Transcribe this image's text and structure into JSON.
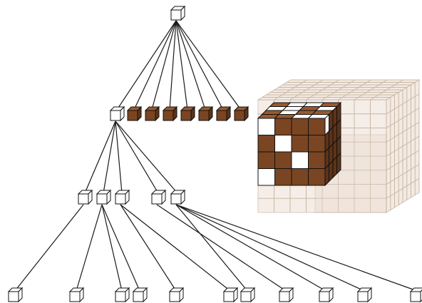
{
  "diagram": {
    "kind": "octree",
    "colors": {
      "empty": "#ffffff",
      "filled": "#7a4522",
      "filled_light": "#9a5a2e",
      "filled_dark": "#5c3319",
      "outline": "#111111",
      "volume_face": "#f2e8df",
      "volume_line": "#c9b7a6"
    },
    "levels": [
      {
        "name": "root",
        "count": 1
      },
      {
        "name": "level-1",
        "count": 8,
        "filled": [
          false,
          true,
          true,
          true,
          true,
          true,
          true,
          true
        ]
      },
      {
        "name": "level-2",
        "count": 5
      },
      {
        "name": "level-3",
        "count": 11
      }
    ]
  }
}
